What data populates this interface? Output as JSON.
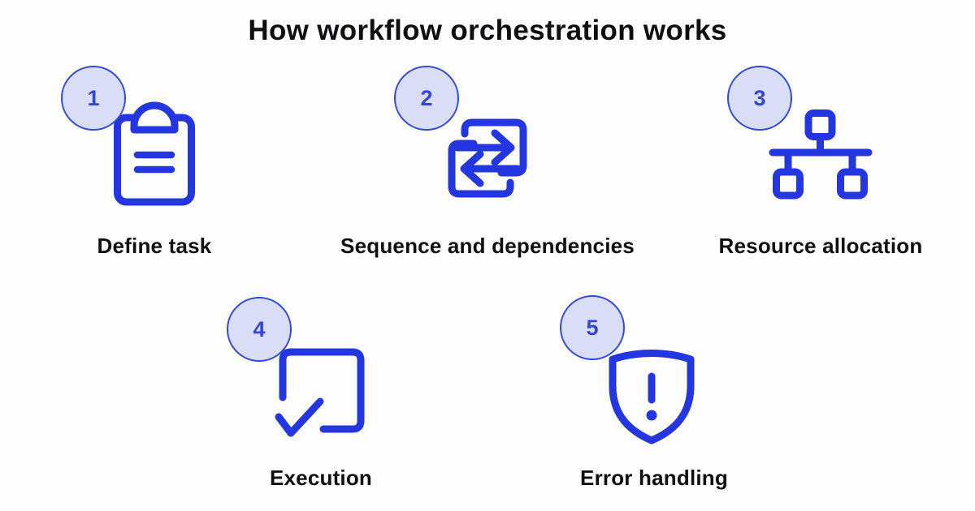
{
  "title": "How workflow orchestration works",
  "colors": {
    "background": "#fdfdfd",
    "accent": "#2336e0",
    "badge_fill": "#d9ddf6",
    "badge_border": "#3148e2",
    "badge_number": "#3545d8",
    "text": "#0e0e13"
  },
  "steps": [
    {
      "number": "1",
      "label": "Define task",
      "icon": "clipboard-icon"
    },
    {
      "number": "2",
      "label": "Sequence and dependencies",
      "icon": "swap-arrows-icon"
    },
    {
      "number": "3",
      "label": "Resource allocation",
      "icon": "hierarchy-icon"
    },
    {
      "number": "4",
      "label": "Execution",
      "icon": "checkbox-check-icon"
    },
    {
      "number": "5",
      "label": "Error handling",
      "icon": "shield-alert-icon"
    }
  ]
}
